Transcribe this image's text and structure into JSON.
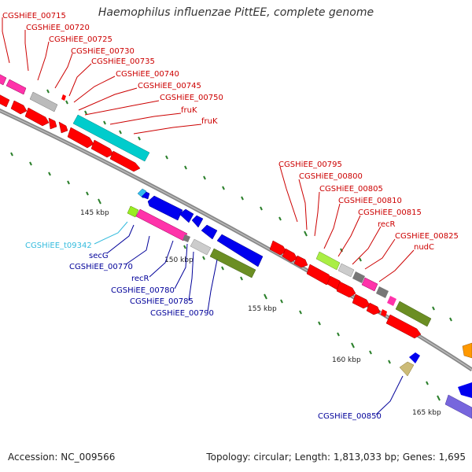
{
  "title": "Haemophilus influenzae PittEE, complete genome",
  "footer": {
    "accession": "Accession: NC_009566",
    "topology": "Topology: circular; Length: 1,813,033 bp; Genes: 1,695"
  },
  "colors": {
    "forward_label": "#cc0000",
    "reverse_label": "#000099",
    "rna_label": "#33bbdd",
    "backbone": "#888888",
    "tick": "#2a7f2a"
  },
  "kbp_labels": [
    "145 kbp",
    "150 kbp",
    "155 kbp",
    "160 kbp",
    "165 kbp"
  ],
  "gene_labels": {
    "top": [
      "CGSHiEE_00715",
      "CGSHiEE_00720",
      "CGSHiEE_00725",
      "CGSHiEE_00730",
      "CGSHiEE_00735",
      "CGSHiEE_00740",
      "CGSHiEE_00745",
      "CGSHiEE_00750",
      "fruK",
      "fruK"
    ],
    "right": [
      "CGSHiEE_00795",
      "CGSHiEE_00800",
      "CGSHiEE_00805",
      "CGSHiEE_00810",
      "CGSHiEE_00815",
      "recR",
      "CGSHiEE_00825",
      "nudC"
    ],
    "left_rna": "CGSHiEE_t09342",
    "left_reverse": [
      "secG",
      "CGSHiEE_00770",
      "recR",
      "CGSHiEE_00780",
      "CGSHiEE_00785",
      "CGSHiEE_00790"
    ],
    "bottom": "CGSHiEE_00850"
  }
}
